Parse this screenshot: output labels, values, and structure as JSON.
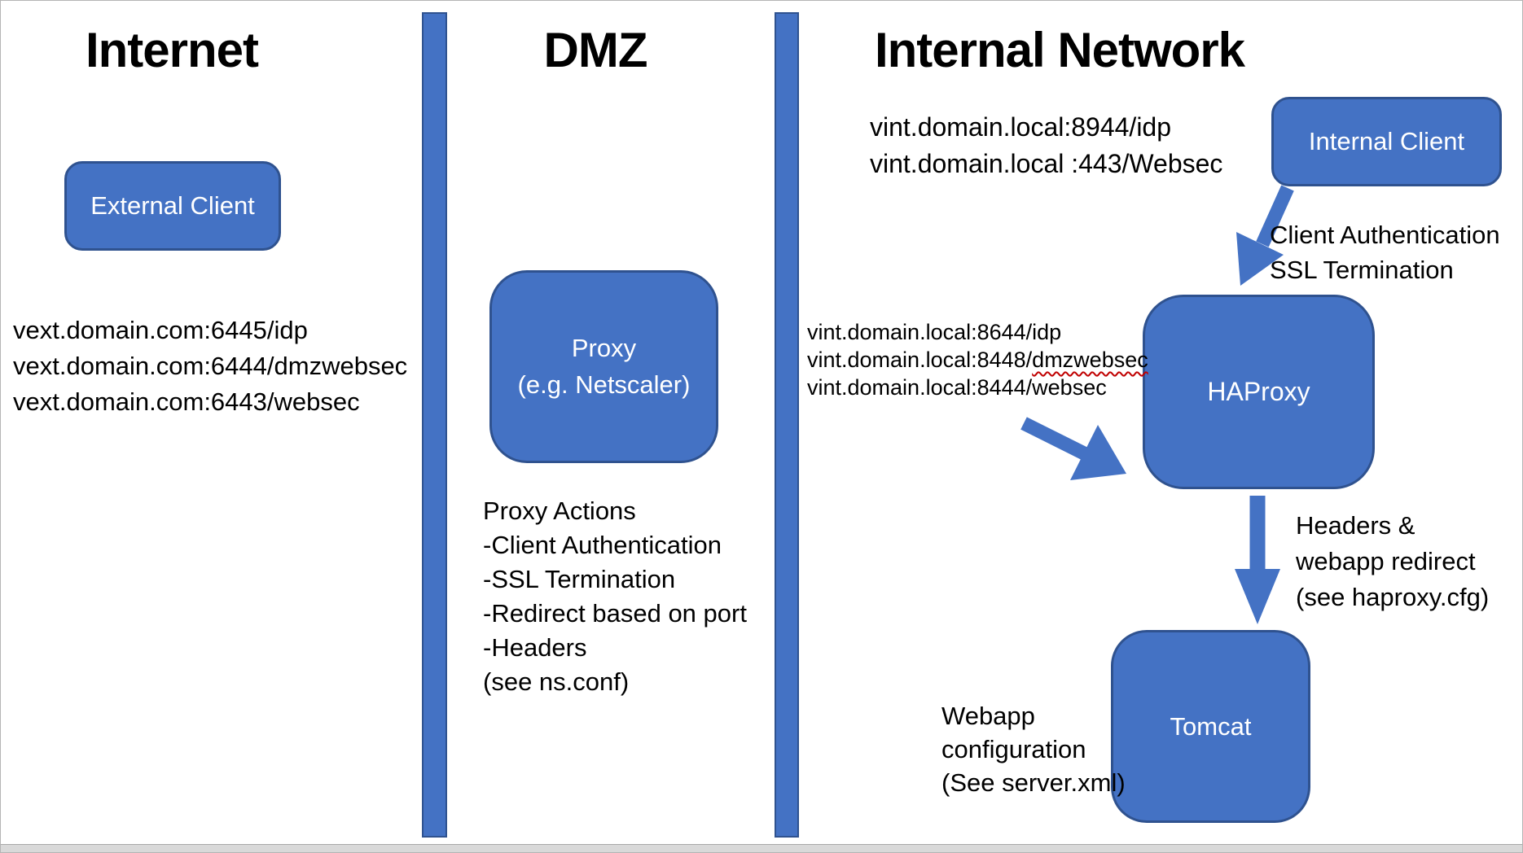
{
  "zones": {
    "internet": {
      "title": "Internet"
    },
    "dmz": {
      "title": "DMZ"
    },
    "internal": {
      "title": "Internal Network"
    }
  },
  "nodes": {
    "external_client": {
      "label": "External Client"
    },
    "proxy": {
      "label_line1": "Proxy",
      "label_line2": "(e.g. Netscaler)"
    },
    "internal_client": {
      "label": "Internal Client"
    },
    "haproxy": {
      "label": "HAProxy"
    },
    "tomcat": {
      "label": "Tomcat"
    }
  },
  "annotations": {
    "external_urls": {
      "lines": [
        "vext.domain.com:6445/idp",
        "vext.domain.com:6444/dmzwebsec",
        "vext.domain.com:6443/websec"
      ]
    },
    "proxy_actions": {
      "lines": [
        "Proxy Actions",
        "-Client Authentication",
        "-SSL Termination",
        "-Redirect based on port",
        "-Headers",
        "(see ns.conf)"
      ]
    },
    "internal_client_urls": {
      "lines": [
        "vint.domain.local:8944/idp",
        "vint.domain.local :443/Websec"
      ]
    },
    "client_auth": {
      "lines": [
        "Client Authentication",
        "SSL Termination"
      ]
    },
    "haproxy_urls": {
      "line1": "vint.domain.local:8644/idp",
      "line2_prefix": "vint.domain.local:8448/",
      "line2_misspelled": "dmzwebsec",
      "line3": "vint.domain.local:8444/websec"
    },
    "headers_redirect": {
      "lines": [
        "Headers &",
        "webapp redirect",
        "(see haproxy.cfg)"
      ]
    },
    "webapp_config": {
      "lines": [
        "Webapp",
        "configuration",
        "(See server.xml)"
      ]
    }
  },
  "colors": {
    "shape_fill": "#4472C4",
    "shape_border": "#2F528F",
    "arrow": "#4472C4",
    "spellcheck": "#C00000",
    "heading": "#000000",
    "strip": "#D9D9D9"
  }
}
